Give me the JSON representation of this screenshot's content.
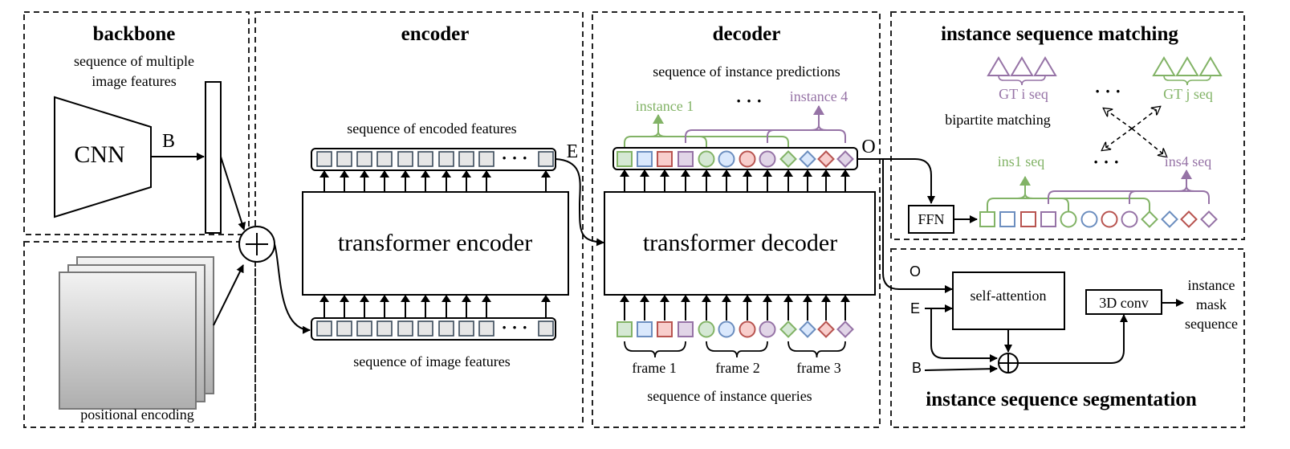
{
  "panels": {
    "backbone": {
      "title": "backbone",
      "features_label_line1": "sequence of multiple",
      "features_label_line2": "image features",
      "cnn_label": "CNN",
      "edge_label": "B"
    },
    "positional": {
      "label": "positional encoding"
    },
    "encoder": {
      "title": "encoder",
      "encoded_label": "sequence of encoded features",
      "block_label": "transformer encoder",
      "input_label": "sequence of image features",
      "output_tag": "E",
      "ellipsis": "· · ·"
    },
    "decoder": {
      "title": "decoder",
      "predictions_label": "sequence of instance predictions",
      "instance1_label": "instance 1",
      "instance4_label": "instance 4",
      "ellipsis": "· · ·",
      "block_label": "transformer decoder",
      "output_tag": "O",
      "frames": [
        "frame 1",
        "frame 2",
        "frame 3"
      ],
      "queries_label": "sequence of instance queries"
    },
    "matching": {
      "title": "instance sequence matching",
      "gt_i_label": "GT i  seq",
      "gt_j_label": "GT j seq",
      "bipartite_label": "bipartite matching",
      "ins1_label": "ins1 seq",
      "ins4_label": "ins4 seq",
      "ellipsis": "· · ·",
      "ffn_label": "FFN"
    },
    "segmentation": {
      "title": "instance sequence segmentation",
      "input_o": "O",
      "input_e": "E",
      "input_b": "B",
      "self_attention_label": "self-attention",
      "conv_label": "3D conv",
      "output_line1": "instance",
      "output_line2": "mask",
      "output_line3": "sequence"
    }
  },
  "colors": {
    "green": "#82b366",
    "green_fill": "#d5e8d4",
    "blue": "#6c8ebf",
    "blue_fill": "#dae8fc",
    "red": "#b85450",
    "red_fill": "#f8cecc",
    "purple": "#9673a6",
    "purple_fill": "#e1d5e7",
    "feature_fill": "#e6e6e6",
    "feature_stroke": "#3a4a5a"
  },
  "token_shapes": [
    "square",
    "square",
    "square",
    "square",
    "circle",
    "circle",
    "circle",
    "circle",
    "diamond",
    "diamond",
    "diamond",
    "diamond"
  ],
  "token_colors": [
    "green",
    "blue",
    "red",
    "purple",
    "green",
    "blue",
    "red",
    "purple",
    "green",
    "blue",
    "red",
    "purple"
  ]
}
